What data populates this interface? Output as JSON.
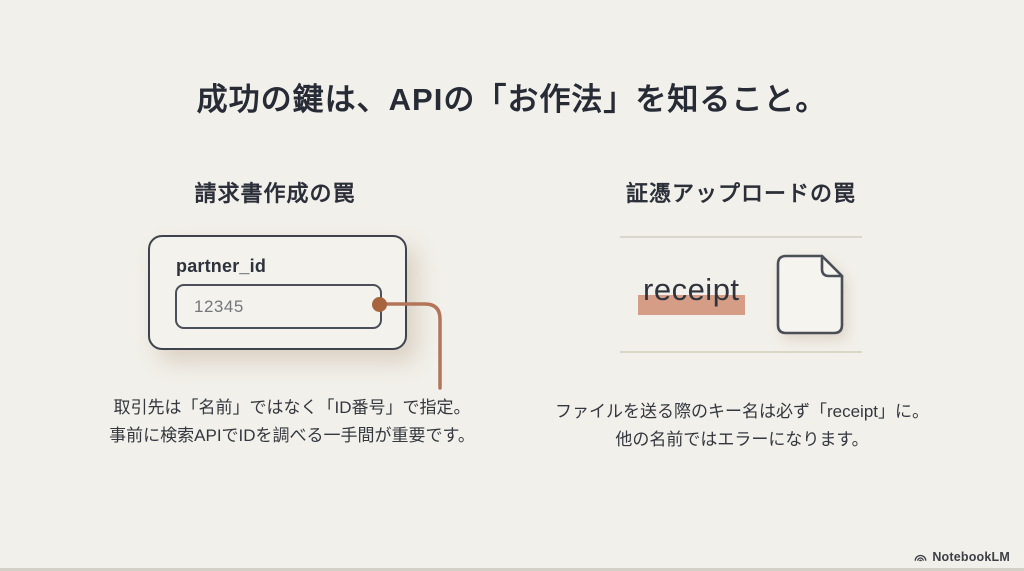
{
  "title": "成功の鍵は、APIの「お作法」を知ること。",
  "left_panel": {
    "heading": "請求書作成の罠",
    "card": {
      "field_label": "partner_id",
      "field_value": "12345"
    },
    "caption_line1": "取引先は「名前」ではなく「ID番号」で指定。",
    "caption_line2": "事前に検索APIでIDを調べる一手間が重要です。"
  },
  "right_panel": {
    "heading": "証憑アップロードの罠",
    "key_name": "receipt",
    "caption_line1": "ファイルを送る際のキー名は必ず「receipt」に。",
    "caption_line2": "他の名前ではエラーになります。"
  },
  "footer": {
    "brand": "NotebookLM"
  },
  "colors": {
    "background": "#f2f0ea",
    "text_dark": "#272b36",
    "accent_terracotta": "#b3755a",
    "callout_dot": "#a8633f",
    "keyword_highlight": "#d59d86",
    "divider": "#dad6ca"
  }
}
